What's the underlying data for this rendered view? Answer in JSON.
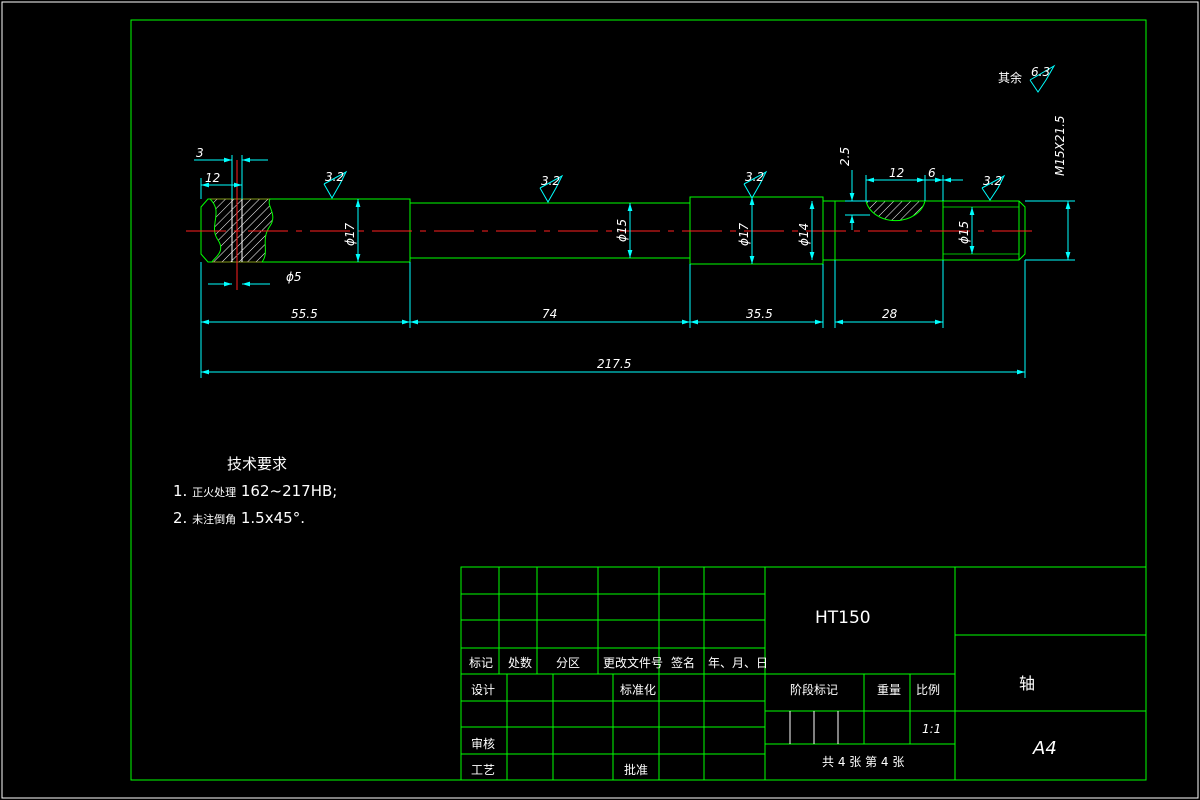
{
  "dimensions": {
    "d_3": "3",
    "d_12_left": "12",
    "d_phi5": "ϕ5",
    "d_phi17_a": "ϕ17",
    "d_phi15_a": "ϕ15",
    "d_phi17_b": "ϕ17",
    "d_phi14": "ϕ14",
    "d_phi15_b": "ϕ15",
    "d_2_5": "2.5",
    "d_12_key": "12",
    "d_6": "6",
    "d_thread": "M15X21.5",
    "len_55_5": "55.5",
    "len_74": "74",
    "len_35_5": "35.5",
    "len_28": "28",
    "len_total": "217.5"
  },
  "roughness": {
    "r1": "3.2",
    "r2": "3.2",
    "r3": "3.2",
    "r4": "3.2",
    "other_label": "其余",
    "other_value": "6.3"
  },
  "tech_requirements": {
    "title": "技术要求",
    "line1_prefix": "1.",
    "line1_text": "正火处理",
    "line1_value": "162~217HB;",
    "line2_prefix": "2.",
    "line2_text": "未注倒角",
    "line2_value": "1.5x45°."
  },
  "title_block": {
    "col_mark": "标记",
    "col_count": "处数",
    "col_zone": "分区",
    "col_doc": "更改文件号",
    "col_sign": "签名",
    "col_date": "年、月、日",
    "design": "设计",
    "standardize": "标准化",
    "review": "审核",
    "process": "工艺",
    "approve": "批准",
    "material": "HT150",
    "stage_mark": "阶段标记",
    "weight": "重量",
    "scale": "比例",
    "scale_value": "1:1",
    "sheets": "共 4 张 第 4 张",
    "part_name": "轴",
    "paper_size": "A4"
  }
}
